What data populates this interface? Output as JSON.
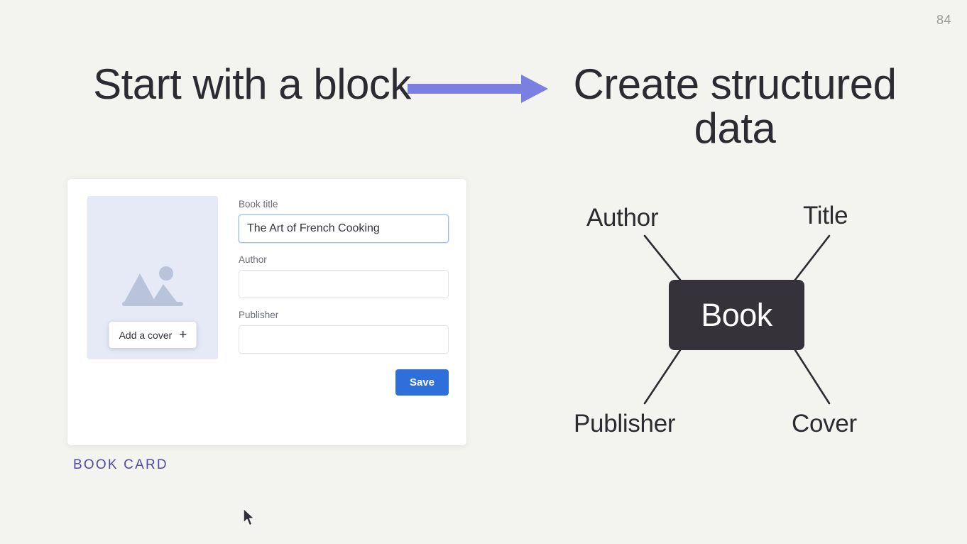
{
  "slide": {
    "page_number": "84",
    "background_color": "#f3f4ef"
  },
  "headings": {
    "left": "Start with a block",
    "right": "Create structured data"
  },
  "arrow": {
    "name": "right-arrow",
    "color": "#7b80e0"
  },
  "book_card": {
    "caption": "BOOK CARD",
    "caption_color": "#514a9e",
    "cover": {
      "placeholder_icon": "image-placeholder-icon",
      "add_cover_label": "Add a cover",
      "add_cover_plus": "+",
      "well_color": "#e5eaf6",
      "icon_color": "#b9c3da"
    },
    "fields": [
      {
        "label": "Book title",
        "value": "The Art of French Cooking",
        "placeholder": "",
        "focused": true
      },
      {
        "label": "Author",
        "value": "",
        "placeholder": "",
        "focused": false
      },
      {
        "label": "Publisher",
        "value": "",
        "placeholder": "",
        "focused": false
      }
    ],
    "save_label": "Save",
    "save_color": "#2f6fdb"
  },
  "diagram": {
    "center_node": "Book",
    "center_color": "#353339",
    "labels": {
      "author": "Author",
      "title": "Title",
      "publisher": "Publisher",
      "cover": "Cover"
    }
  }
}
